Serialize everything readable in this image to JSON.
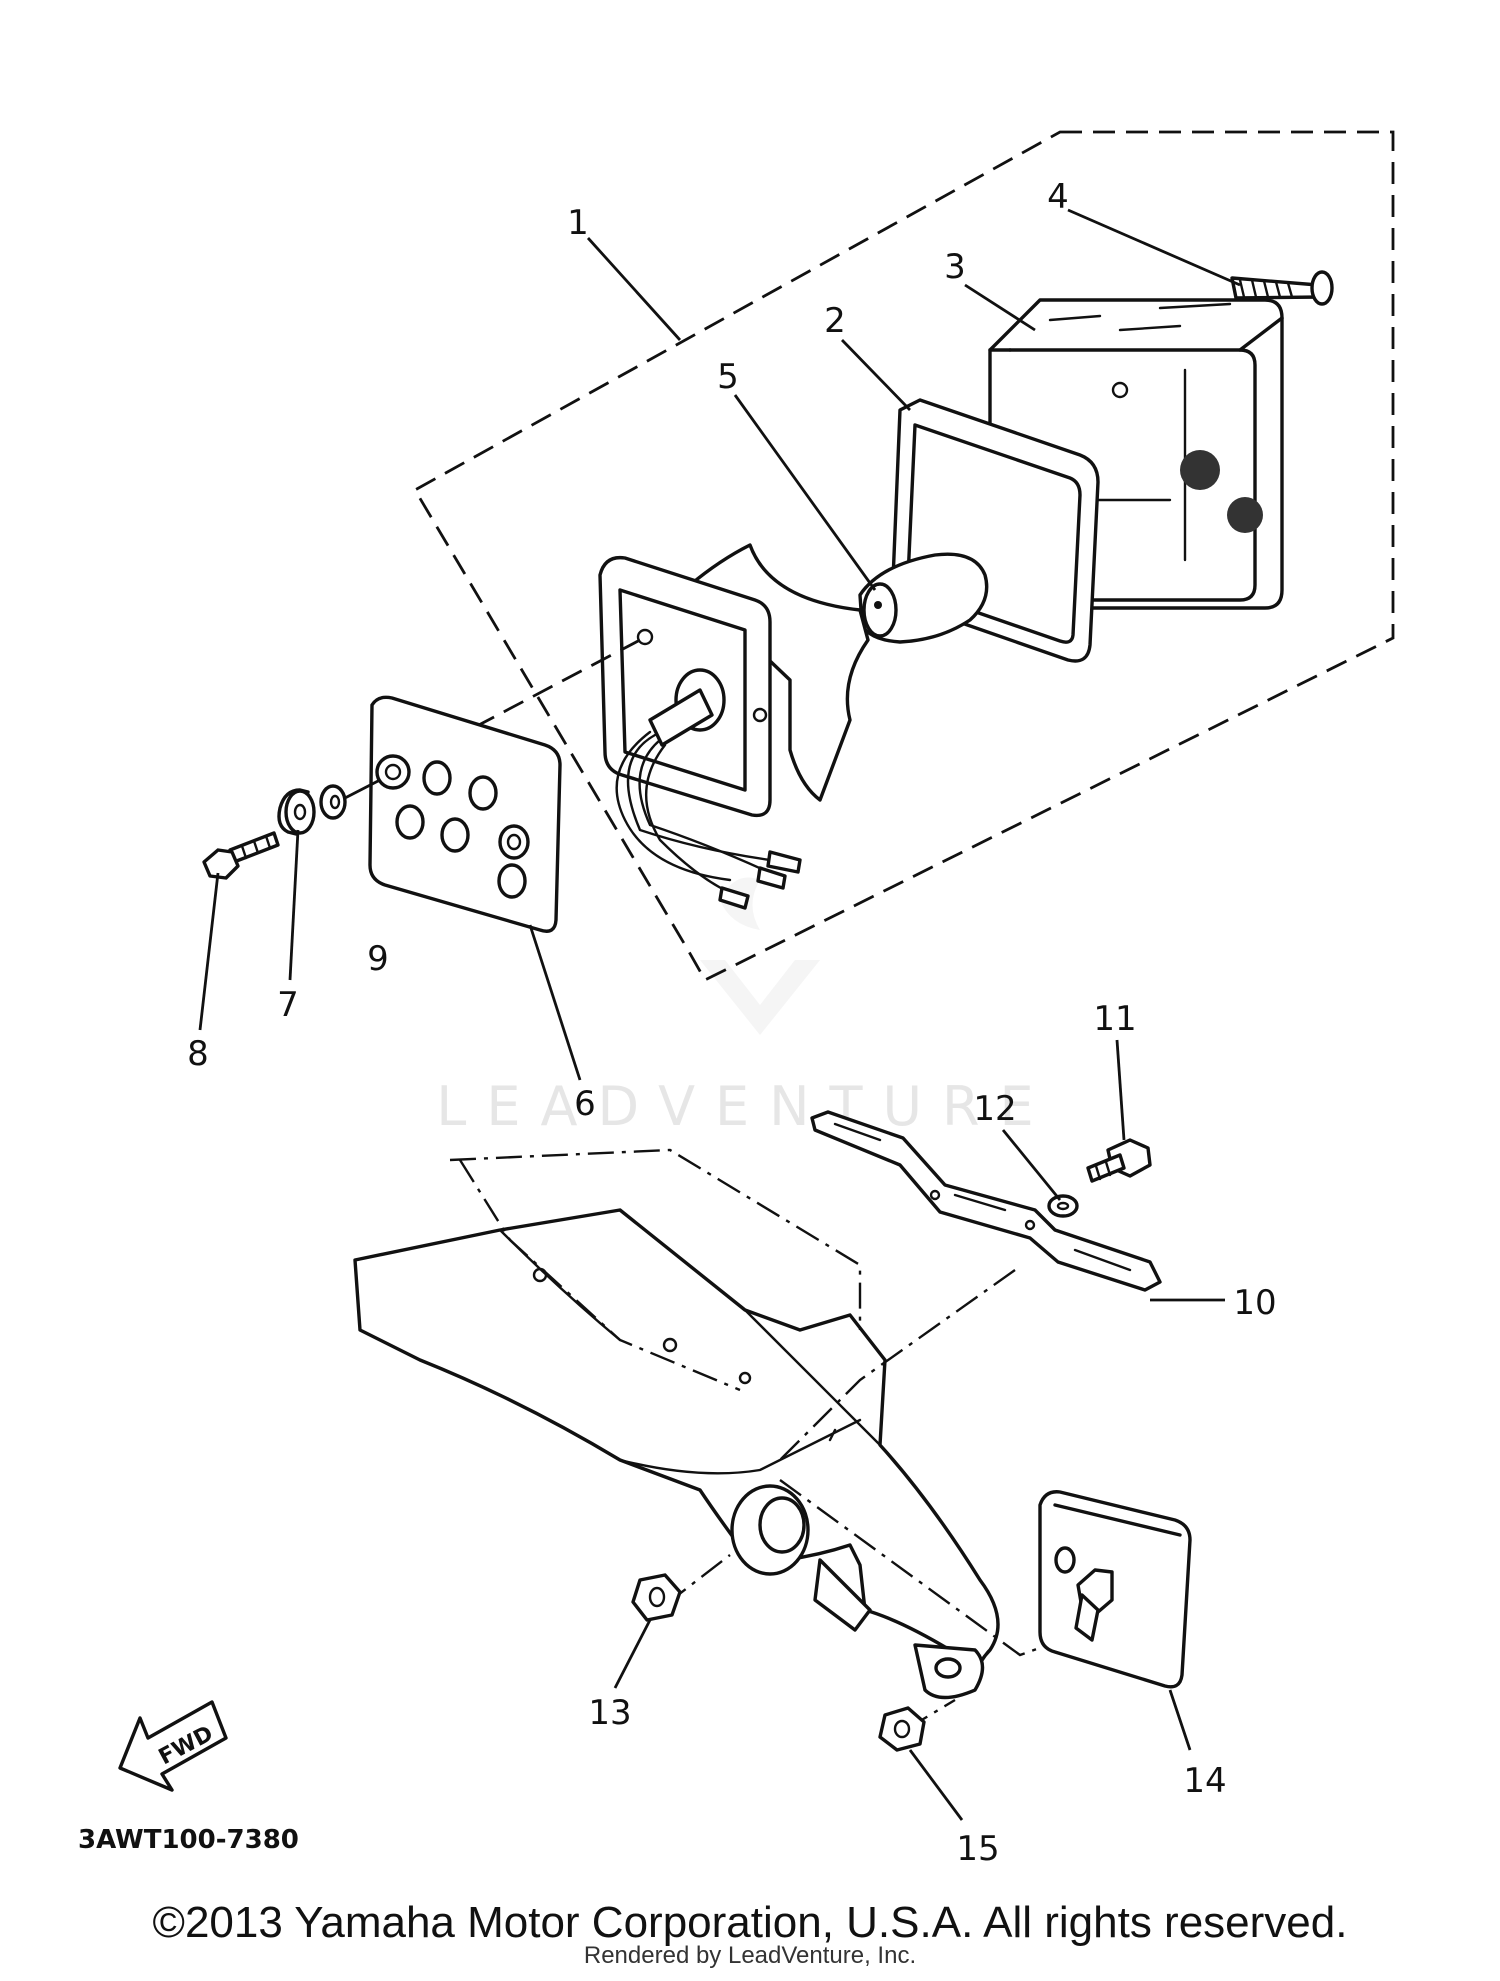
{
  "diagram": {
    "callouts": [
      "1",
      "2",
      "3",
      "4",
      "5",
      "6",
      "7",
      "8",
      "9",
      "10",
      "11",
      "12",
      "13",
      "14",
      "15"
    ],
    "part_code": "3AWT100-7380",
    "direction_label": "FWD",
    "watermark": "LEADVENTURE",
    "watermark_icon": "leadventure-logo-icon"
  },
  "footer": {
    "copyright": "©2013 Yamaha Motor Corporation, U.S.A. All rights reserved.",
    "rendered_by": "Rendered by LeadVenture, Inc."
  }
}
